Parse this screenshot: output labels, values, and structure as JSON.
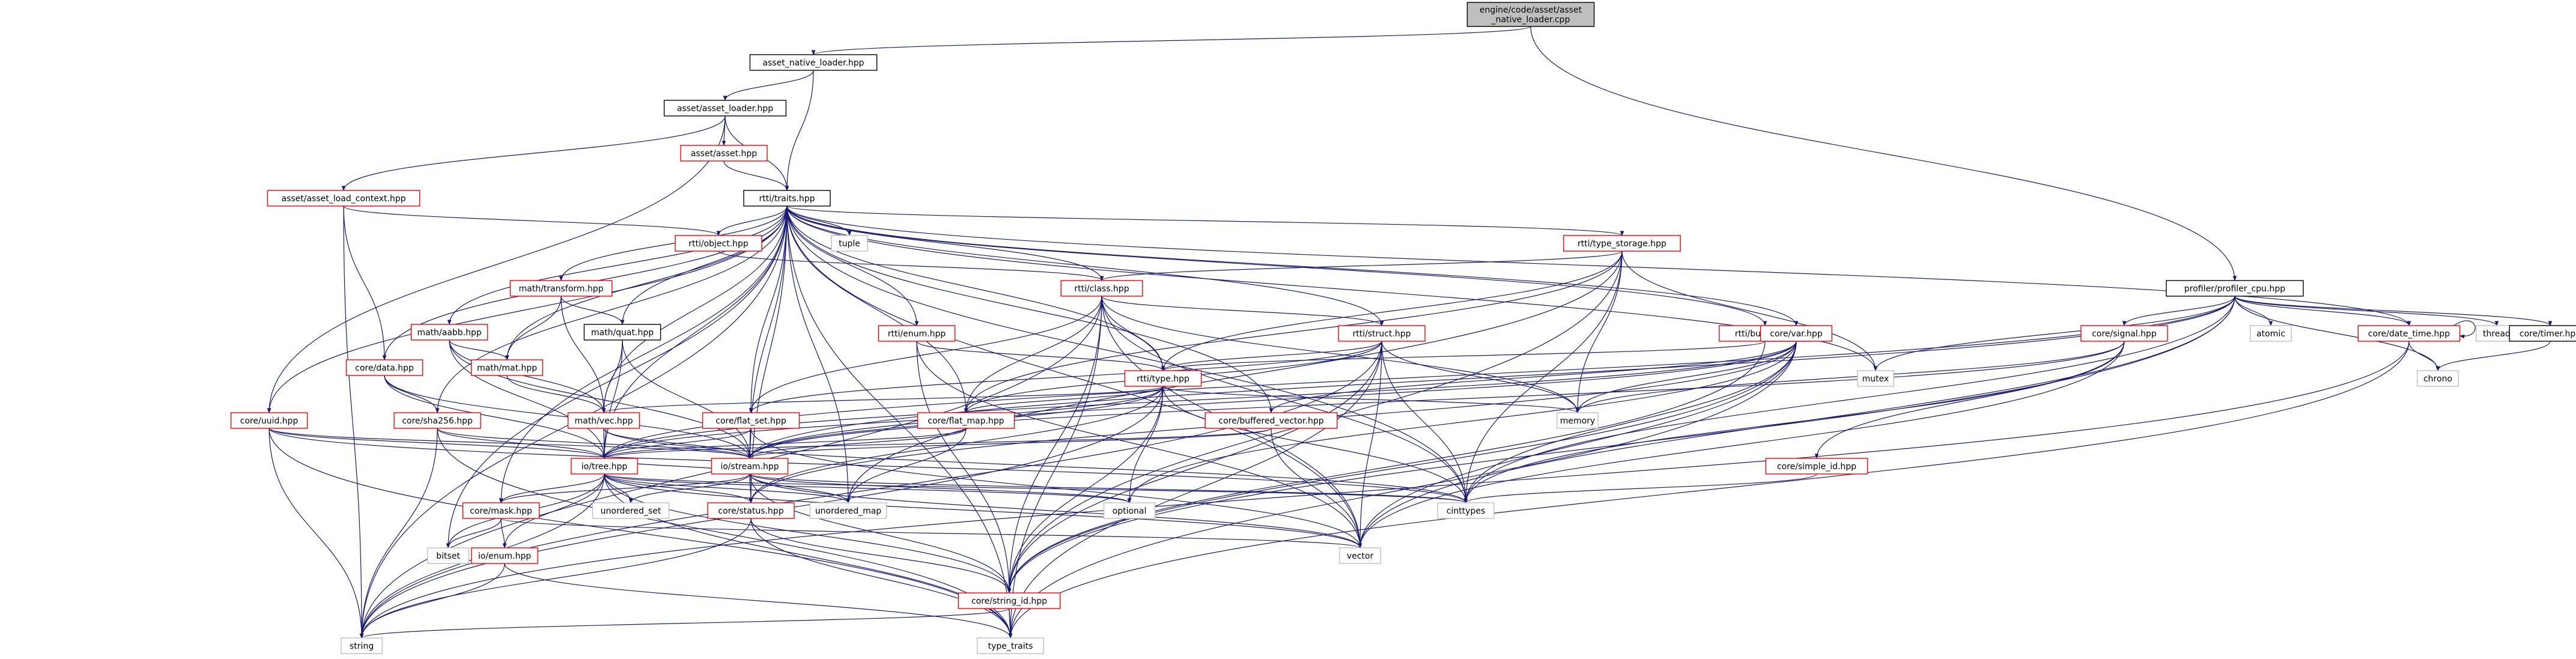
{
  "colors": {
    "edge": "#191970",
    "root_fill": "#bfbfbf",
    "root_border": "#000000",
    "documented_border": "#000000",
    "incomplete_border": "#ff0000",
    "external_border": "#bfbfbf",
    "node_fill": "#ffffff",
    "text": "#000000"
  },
  "nodes": [
    {
      "id": "root",
      "label": "engine/code/asset/asset\n_native_loader.cpp",
      "kind": "root"
    },
    {
      "id": "native_loader",
      "label": "asset_native_loader.hpp",
      "kind": "documented"
    },
    {
      "id": "asset_loader",
      "label": "asset/asset_loader.hpp",
      "kind": "documented"
    },
    {
      "id": "asset",
      "label": "asset/asset.hpp",
      "kind": "incomplete"
    },
    {
      "id": "load_context",
      "label": "asset/asset_load_context.hpp",
      "kind": "incomplete"
    },
    {
      "id": "traits",
      "label": "rtti/traits.hpp",
      "kind": "documented"
    },
    {
      "id": "object",
      "label": "rtti/object.hpp",
      "kind": "incomplete"
    },
    {
      "id": "tuple",
      "label": "tuple",
      "kind": "external"
    },
    {
      "id": "type_storage",
      "label": "rtti/type_storage.hpp",
      "kind": "incomplete"
    },
    {
      "id": "rtti_class",
      "label": "rtti/class.hpp",
      "kind": "incomplete"
    },
    {
      "id": "transform",
      "label": "math/transform.hpp",
      "kind": "incomplete"
    },
    {
      "id": "quat",
      "label": "math/quat.hpp",
      "kind": "documented"
    },
    {
      "id": "aabb",
      "label": "math/aabb.hpp",
      "kind": "incomplete"
    },
    {
      "id": "mat",
      "label": "math/mat.hpp",
      "kind": "incomplete"
    },
    {
      "id": "vec",
      "label": "math/vec.hpp",
      "kind": "incomplete"
    },
    {
      "id": "data",
      "label": "core/data.hpp",
      "kind": "incomplete"
    },
    {
      "id": "uuid",
      "label": "core/uuid.hpp",
      "kind": "incomplete"
    },
    {
      "id": "sha256",
      "label": "core/sha256.hpp",
      "kind": "incomplete"
    },
    {
      "id": "rtti_enum",
      "label": "rtti/enum.hpp",
      "kind": "incomplete"
    },
    {
      "id": "rtti_type",
      "label": "rtti/type.hpp",
      "kind": "incomplete"
    },
    {
      "id": "rtti_struct",
      "label": "rtti/struct.hpp",
      "kind": "incomplete"
    },
    {
      "id": "builtin",
      "label": "rtti/builtin.hpp",
      "kind": "incomplete"
    },
    {
      "id": "flat_set",
      "label": "core/flat_set.hpp",
      "kind": "incomplete"
    },
    {
      "id": "flat_map",
      "label": "core/flat_map.hpp",
      "kind": "incomplete"
    },
    {
      "id": "buffered_vector",
      "label": "core/buffered_vector.hpp",
      "kind": "incomplete"
    },
    {
      "id": "var",
      "label": "core/var.hpp",
      "kind": "incomplete"
    },
    {
      "id": "memory",
      "label": "memory",
      "kind": "external"
    },
    {
      "id": "mutex",
      "label": "mutex",
      "kind": "external"
    },
    {
      "id": "profiler",
      "label": "profiler/profiler_cpu.hpp",
      "kind": "documented"
    },
    {
      "id": "atomic",
      "label": "atomic",
      "kind": "external"
    },
    {
      "id": "signal",
      "label": "core/signal.hpp",
      "kind": "incomplete"
    },
    {
      "id": "date_time",
      "label": "core/date_time.hpp",
      "kind": "incomplete"
    },
    {
      "id": "thread",
      "label": "thread",
      "kind": "external"
    },
    {
      "id": "timer",
      "label": "core/timer.hpp",
      "kind": "documented"
    },
    {
      "id": "chrono",
      "label": "chrono",
      "kind": "external"
    },
    {
      "id": "simple_id",
      "label": "core/simple_id.hpp",
      "kind": "incomplete"
    },
    {
      "id": "io_tree",
      "label": "io/tree.hpp",
      "kind": "incomplete"
    },
    {
      "id": "io_stream",
      "label": "io/stream.hpp",
      "kind": "incomplete"
    },
    {
      "id": "unordered_set",
      "label": "unordered_set",
      "kind": "external"
    },
    {
      "id": "unordered_map",
      "label": "unordered_map",
      "kind": "external"
    },
    {
      "id": "optional",
      "label": "optional",
      "kind": "external"
    },
    {
      "id": "cinttypes",
      "label": "cinttypes",
      "kind": "external"
    },
    {
      "id": "mask",
      "label": "core/mask.hpp",
      "kind": "incomplete"
    },
    {
      "id": "status",
      "label": "core/status.hpp",
      "kind": "incomplete"
    },
    {
      "id": "bitset",
      "label": "bitset",
      "kind": "external"
    },
    {
      "id": "io_enum",
      "label": "io/enum.hpp",
      "kind": "incomplete"
    },
    {
      "id": "vector",
      "label": "vector",
      "kind": "external"
    },
    {
      "id": "string_id",
      "label": "core/string_id.hpp",
      "kind": "incomplete"
    },
    {
      "id": "string",
      "label": "string",
      "kind": "external"
    },
    {
      "id": "type_traits",
      "label": "type_traits",
      "kind": "external"
    }
  ],
  "edges": [
    [
      "root",
      "native_loader"
    ],
    [
      "root",
      "profiler"
    ],
    [
      "native_loader",
      "asset_loader"
    ],
    [
      "native_loader",
      "traits"
    ],
    [
      "asset_loader",
      "asset"
    ],
    [
      "asset_loader",
      "load_context"
    ],
    [
      "asset_loader",
      "traits"
    ],
    [
      "asset_loader",
      "uuid"
    ],
    [
      "asset",
      "traits"
    ],
    [
      "load_context",
      "object"
    ],
    [
      "load_context",
      "data"
    ],
    [
      "load_context",
      "string"
    ],
    [
      "traits",
      "object"
    ],
    [
      "traits",
      "tuple"
    ],
    [
      "traits",
      "type_storage"
    ],
    [
      "traits",
      "rtti_class"
    ],
    [
      "traits",
      "transform"
    ],
    [
      "traits",
      "quat"
    ],
    [
      "traits",
      "aabb"
    ],
    [
      "traits",
      "mat"
    ],
    [
      "traits",
      "vec"
    ],
    [
      "traits",
      "data"
    ],
    [
      "traits",
      "uuid"
    ],
    [
      "traits",
      "rtti_enum"
    ],
    [
      "traits",
      "rtti_type"
    ],
    [
      "traits",
      "rtti_struct"
    ],
    [
      "traits",
      "builtin"
    ],
    [
      "traits",
      "flat_set"
    ],
    [
      "traits",
      "flat_map"
    ],
    [
      "traits",
      "buffered_vector"
    ],
    [
      "traits",
      "var"
    ],
    [
      "traits",
      "mutex"
    ],
    [
      "traits",
      "date_time"
    ],
    [
      "traits",
      "io_tree"
    ],
    [
      "traits",
      "io_stream"
    ],
    [
      "traits",
      "unordered_map"
    ],
    [
      "traits",
      "cinttypes"
    ],
    [
      "traits",
      "mask"
    ],
    [
      "traits",
      "status"
    ],
    [
      "traits",
      "bitset"
    ],
    [
      "traits",
      "vector"
    ],
    [
      "traits",
      "string"
    ],
    [
      "traits",
      "type_traits"
    ],
    [
      "traits",
      "sha256"
    ],
    [
      "object",
      "rtti_class"
    ],
    [
      "type_storage",
      "rtti_class"
    ],
    [
      "type_storage",
      "rtti_type"
    ],
    [
      "type_storage",
      "memory"
    ],
    [
      "type_storage",
      "mutex"
    ],
    [
      "type_storage",
      "cinttypes"
    ],
    [
      "type_storage",
      "unordered_map"
    ],
    [
      "type_storage",
      "flat_map"
    ],
    [
      "type_storage",
      "string_id"
    ],
    [
      "rtti_class",
      "rtti_type"
    ],
    [
      "rtti_class",
      "rtti_struct"
    ],
    [
      "rtti_class",
      "memory"
    ],
    [
      "rtti_class",
      "flat_map"
    ],
    [
      "rtti_class",
      "flat_set"
    ],
    [
      "rtti_class",
      "cinttypes"
    ],
    [
      "rtti_class",
      "vector"
    ],
    [
      "rtti_class",
      "string_id"
    ],
    [
      "rtti_class",
      "type_traits"
    ],
    [
      "rtti_class",
      "string"
    ],
    [
      "transform",
      "quat"
    ],
    [
      "transform",
      "vec"
    ],
    [
      "transform",
      "mat"
    ],
    [
      "quat",
      "vec"
    ],
    [
      "quat",
      "io_tree"
    ],
    [
      "quat",
      "io_stream"
    ],
    [
      "aabb",
      "vec"
    ],
    [
      "aabb",
      "mat"
    ],
    [
      "aabb",
      "io_tree"
    ],
    [
      "aabb",
      "io_stream"
    ],
    [
      "mat",
      "vec"
    ],
    [
      "vec",
      "io_tree"
    ],
    [
      "vec",
      "io_stream"
    ],
    [
      "vec",
      "cinttypes"
    ],
    [
      "data",
      "sha256"
    ],
    [
      "data",
      "io_tree"
    ],
    [
      "data",
      "io_stream"
    ],
    [
      "sha256",
      "io_tree"
    ],
    [
      "sha256",
      "io_stream"
    ],
    [
      "sha256",
      "string"
    ],
    [
      "sha256",
      "type_traits"
    ],
    [
      "uuid",
      "io_tree"
    ],
    [
      "uuid",
      "io_stream"
    ],
    [
      "uuid",
      "string"
    ],
    [
      "uuid",
      "type_traits"
    ],
    [
      "uuid",
      "cinttypes"
    ],
    [
      "rtti_enum",
      "rtti_type"
    ],
    [
      "rtti_enum",
      "string_id"
    ],
    [
      "rtti_enum",
      "vector"
    ],
    [
      "rtti_type",
      "memory"
    ],
    [
      "rtti_type",
      "io_tree"
    ],
    [
      "rtti_type",
      "io_stream"
    ],
    [
      "rtti_type",
      "optional"
    ],
    [
      "rtti_type",
      "string_id"
    ],
    [
      "rtti_type",
      "flat_map"
    ],
    [
      "rtti_type",
      "status"
    ],
    [
      "rtti_type",
      "cinttypes"
    ],
    [
      "rtti_type",
      "vec"
    ],
    [
      "rtti_type",
      "string"
    ],
    [
      "rtti_struct",
      "rtti_type"
    ],
    [
      "rtti_struct",
      "memory"
    ],
    [
      "rtti_struct",
      "flat_map"
    ],
    [
      "rtti_struct",
      "flat_set"
    ],
    [
      "rtti_struct",
      "vector"
    ],
    [
      "rtti_struct",
      "cinttypes"
    ],
    [
      "rtti_struct",
      "string_id"
    ],
    [
      "rtti_struct",
      "type_traits"
    ],
    [
      "rtti_struct",
      "string"
    ],
    [
      "builtin",
      "rtti_type"
    ],
    [
      "builtin",
      "string_id"
    ],
    [
      "flat_set",
      "io_tree"
    ],
    [
      "flat_set",
      "io_stream"
    ],
    [
      "flat_set",
      "vector"
    ],
    [
      "flat_map",
      "io_tree"
    ],
    [
      "flat_map",
      "io_stream"
    ],
    [
      "flat_map",
      "unordered_map"
    ],
    [
      "buffered_vector",
      "io_tree"
    ],
    [
      "buffered_vector",
      "io_stream"
    ],
    [
      "buffered_vector",
      "vector"
    ],
    [
      "var",
      "memory"
    ],
    [
      "var",
      "io_tree"
    ],
    [
      "var",
      "io_stream"
    ],
    [
      "var",
      "cinttypes"
    ],
    [
      "var",
      "vector"
    ],
    [
      "var",
      "string_id"
    ],
    [
      "var",
      "type_traits"
    ],
    [
      "var",
      "status"
    ],
    [
      "var",
      "optional"
    ],
    [
      "var",
      "buffered_vector"
    ],
    [
      "profiler",
      "mutex"
    ],
    [
      "profiler",
      "atomic"
    ],
    [
      "profiler",
      "signal"
    ],
    [
      "profiler",
      "date_time"
    ],
    [
      "profiler",
      "thread"
    ],
    [
      "profiler",
      "timer"
    ],
    [
      "profiler",
      "chrono"
    ],
    [
      "profiler",
      "vector"
    ],
    [
      "profiler",
      "string_id"
    ],
    [
      "profiler",
      "io_tree"
    ],
    [
      "profiler",
      "io_stream"
    ],
    [
      "profiler",
      "cinttypes"
    ],
    [
      "signal",
      "simple_id"
    ],
    [
      "signal",
      "io_stream"
    ],
    [
      "signal",
      "vector"
    ],
    [
      "signal",
      "cinttypes"
    ],
    [
      "signal",
      "memory"
    ],
    [
      "date_time",
      "date_time"
    ],
    [
      "date_time",
      "chrono"
    ],
    [
      "date_time",
      "string"
    ],
    [
      "date_time",
      "type_traits"
    ],
    [
      "timer",
      "chrono"
    ],
    [
      "simple_id",
      "cinttypes"
    ],
    [
      "io_tree",
      "mask"
    ],
    [
      "io_tree",
      "status"
    ],
    [
      "io_tree",
      "unordered_set"
    ],
    [
      "io_tree",
      "unordered_map"
    ],
    [
      "io_tree",
      "optional"
    ],
    [
      "io_tree",
      "cinttypes"
    ],
    [
      "io_tree",
      "vector"
    ],
    [
      "io_tree",
      "bitset"
    ],
    [
      "io_tree",
      "string_id"
    ],
    [
      "io_tree",
      "string"
    ],
    [
      "io_tree",
      "type_traits"
    ],
    [
      "io_tree",
      "io_enum"
    ],
    [
      "io_stream",
      "io_tree"
    ],
    [
      "io_stream",
      "status"
    ],
    [
      "io_stream",
      "unordered_set"
    ],
    [
      "io_stream",
      "unordered_map"
    ],
    [
      "io_stream",
      "optional"
    ],
    [
      "io_stream",
      "cinttypes"
    ],
    [
      "io_stream",
      "vector"
    ],
    [
      "io_stream",
      "string_id"
    ],
    [
      "io_stream",
      "mask"
    ],
    [
      "mask",
      "bitset"
    ],
    [
      "mask",
      "io_enum"
    ],
    [
      "mask",
      "vector"
    ],
    [
      "status",
      "string_id"
    ],
    [
      "status",
      "string"
    ],
    [
      "status",
      "type_traits"
    ],
    [
      "io_enum",
      "string"
    ],
    [
      "io_enum",
      "type_traits"
    ],
    [
      "string_id",
      "string"
    ],
    [
      "string_id",
      "type_traits"
    ]
  ]
}
